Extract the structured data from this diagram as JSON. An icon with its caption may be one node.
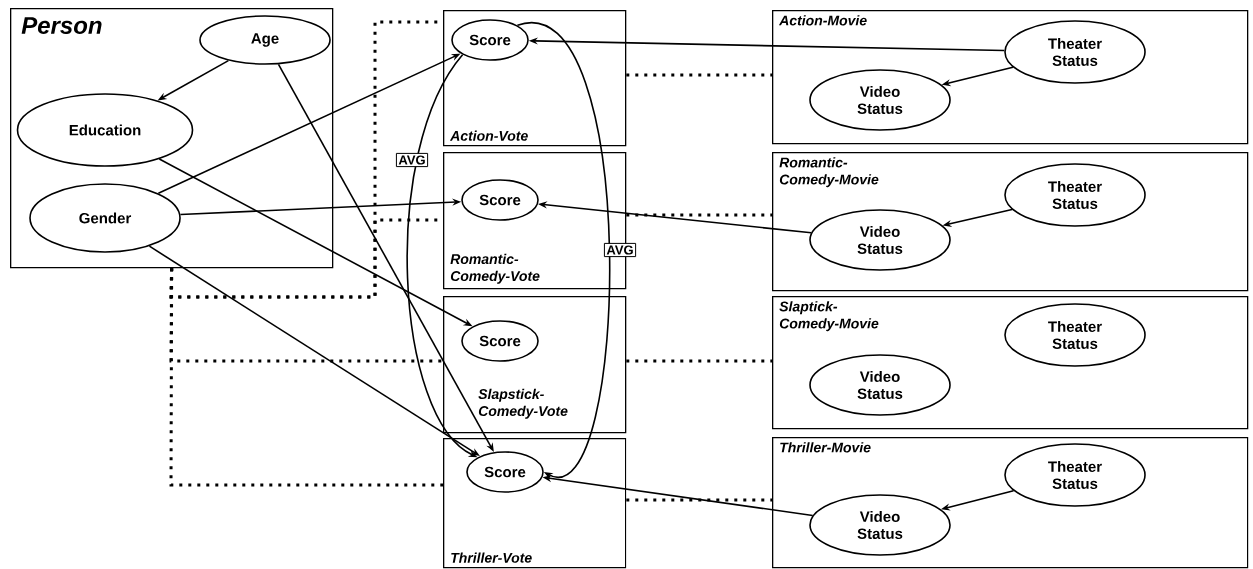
{
  "diagram": {
    "nodes": [
      {
        "text": [
          "Person"
        ]
      },
      {
        "text": [
          "Age"
        ],
        "in": 0
      },
      {
        "text": [
          "Education"
        ],
        "in": 0
      },
      {
        "text": [
          "Gender"
        ],
        "in": 0
      },
      {
        "text": [
          "Action-Vote"
        ]
      },
      {
        "text": [
          "Score"
        ],
        "in": 4
      },
      {
        "text": [
          "Romantic-Comedy-Vote"
        ]
      },
      {
        "text": [
          "Score"
        ],
        "in": 6
      },
      {
        "text": [
          "Slapstick-Comedy-Vote"
        ]
      },
      {
        "text": [
          "Score"
        ],
        "in": 8
      },
      {
        "text": [
          "Thriller-Vote"
        ]
      },
      {
        "text": [
          "Score"
        ],
        "in": 10
      },
      {
        "text": [
          "Action-Movie"
        ]
      },
      {
        "text": [
          "Theater Status"
        ],
        "in": 12
      },
      {
        "text": [
          "Video Status"
        ],
        "in": 12
      },
      {
        "text": [
          "Romantic-Comedy-Movie"
        ]
      },
      {
        "text": [
          "Theater Status"
        ],
        "in": 15
      },
      {
        "text": [
          "Video Status"
        ],
        "in": 15
      },
      {
        "text": [
          "Slaptick-Comedy-Movie"
        ]
      },
      {
        "text": [
          "Theater Status"
        ],
        "in": 18
      },
      {
        "text": [
          "Video Status"
        ],
        "in": 18
      },
      {
        "text": [
          "Thriller-Movie"
        ]
      },
      {
        "text": [
          "Theater Status"
        ],
        "in": 21
      },
      {
        "text": [
          "Video Status"
        ],
        "in": 21
      }
    ],
    "edges": [
      {
        "from": 1,
        "to": 2,
        "arrow": "to"
      },
      {
        "from": 1,
        "to": 11,
        "arrow": "to"
      },
      {
        "from": 2,
        "to": 9,
        "arrow": "to"
      },
      {
        "from": 3,
        "to": 5,
        "arrow": "to"
      },
      {
        "from": 3,
        "to": 7,
        "arrow": "to"
      },
      {
        "from": 3,
        "to": 11,
        "arrow": "to"
      },
      {
        "from": 5,
        "to": 11,
        "arrow": "to",
        "label": "AVG"
      },
      {
        "from": 5,
        "to": 11,
        "arrow": "to",
        "label": "AVG"
      },
      {
        "from": 13,
        "to": 14,
        "arrow": "to"
      },
      {
        "from": 13,
        "to": 5,
        "arrow": "to"
      },
      {
        "from": 16,
        "to": 17,
        "arrow": "to"
      },
      {
        "from": 17,
        "to": 7,
        "arrow": "to"
      },
      {
        "from": 22,
        "to": 23,
        "arrow": "to"
      },
      {
        "from": 23,
        "to": 11,
        "arrow": "to"
      },
      {
        "from": 0,
        "to": 4,
        "arrow": "none",
        "style": "dashed"
      },
      {
        "from": 0,
        "to": 6,
        "arrow": "none",
        "style": "dashed"
      },
      {
        "from": 0,
        "to": 8,
        "arrow": "none",
        "style": "dashed"
      },
      {
        "from": 0,
        "to": 10,
        "arrow": "none",
        "style": "dashed"
      },
      {
        "from": 4,
        "to": 12,
        "arrow": "none",
        "style": "dashed"
      },
      {
        "from": 6,
        "to": 15,
        "arrow": "none",
        "style": "dashed"
      },
      {
        "from": 8,
        "to": 18,
        "arrow": "none",
        "style": "dashed"
      },
      {
        "from": 10,
        "to": 21,
        "arrow": "none",
        "style": "dashed"
      }
    ]
  }
}
